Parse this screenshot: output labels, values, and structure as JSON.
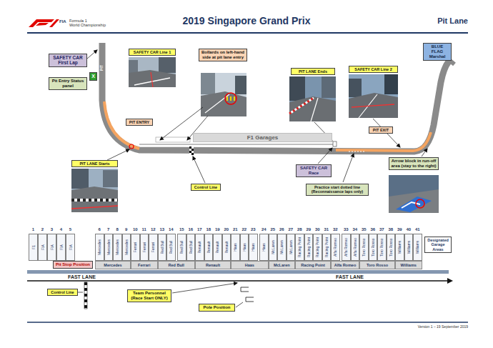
{
  "diagram": {
    "title": "2019 Singapore Grand Prix",
    "nodes": [
      {
        "text": [
          "SAFETY CAR First Lap"
        ]
      },
      {
        "text": [
          "SAFETY CAR Line 1"
        ]
      },
      {
        "text": [
          "Bollards on left-hand side at pit lane entry"
        ]
      },
      {
        "text": [
          "PIT LANE Ends"
        ]
      },
      {
        "text": [
          "SAFETY CAR Line 2"
        ]
      },
      {
        "text": [
          "BLUE FLAG Marshal"
        ]
      },
      {
        "text": [
          "Pit Entry Status panel"
        ]
      },
      {
        "text": [
          "X"
        ]
      },
      {
        "text": [
          "F1 Garages"
        ]
      },
      {
        "text": [
          "PIT ENTRY"
        ]
      },
      {
        "text": [
          "PIT EXIT"
        ]
      },
      {
        "text": [
          "PIT LANE Starts"
        ]
      },
      {
        "text": [
          "SAFETY CAR Race"
        ]
      },
      {
        "text": [
          "Control Line"
        ]
      },
      {
        "text": [
          "Practice start dotted line (Reconnaissance laps only)"
        ]
      },
      {
        "text": [
          "Arrow block in run-off area (stay to the right)"
        ]
      },
      {
        "text": [
          "Pit Stop Position"
        ]
      },
      {
        "text": [
          "Designated Garage Areas"
        ]
      },
      {
        "text": [
          "Control Line"
        ]
      },
      {
        "text": [
          "Team Personnel (Race Start ONLY)"
        ]
      },
      {
        "text": [
          "Pole Position"
        ]
      }
    ],
    "labels": [
      "FIA",
      "Formula 1",
      "World Championship",
      "Pit Lane",
      "PIT",
      "1",
      "2",
      "3",
      "4",
      "5",
      "6",
      "7",
      "8",
      "9",
      "10",
      "11",
      "12",
      "13",
      "14",
      "15",
      "16",
      "17",
      "18",
      "19",
      "20",
      "21",
      "22",
      "23",
      "24",
      "25",
      "26",
      "27",
      "28",
      "29",
      "30",
      "31",
      "32",
      "33",
      "34",
      "35",
      "36",
      "37",
      "38",
      "39",
      "40",
      "41",
      "F1",
      "FIA",
      "FIA",
      "FIA",
      "FIA",
      "Mercedes",
      "Mercedes",
      "Mercedes",
      "Mercedes",
      "Ferrari",
      "Ferrari",
      "Ferrari",
      "Red Bull",
      "Red Bull",
      "Red Bull",
      "Red Bull",
      "Renault",
      "Renault",
      "Renault",
      "Renault",
      "Haas",
      "Haas",
      "Haas",
      "Haas",
      "McLaren",
      "McLaren",
      "McLaren",
      "Racing Point",
      "Racing Point",
      "Racing Point",
      "Racing Point",
      "Alfa Romeo",
      "Alfa Romeo",
      "Alfa Romeo",
      "Toro Rosso",
      "Toro Rosso",
      "Toro Rosso",
      "Toro Rosso",
      "Williams",
      "Williams",
      "Williams",
      "Mercedes",
      "Ferrari",
      "Red Bull",
      "Renault",
      "Haas",
      "McLaren",
      "Racing Point",
      "Alfa Romeo",
      "Toro Rosso",
      "Williams",
      "FAST LANE",
      "FAST LANE",
      "Version 1 – 19 September 2019"
    ]
  }
}
